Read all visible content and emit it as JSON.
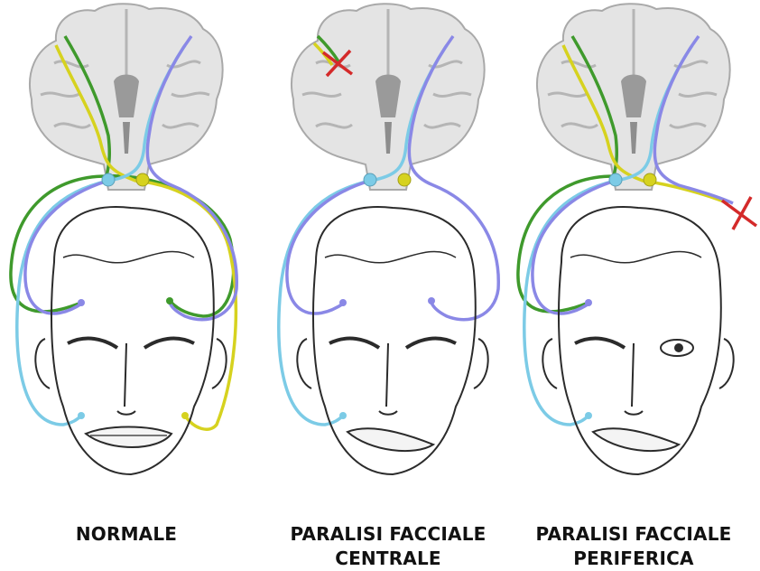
{
  "panels": [
    {
      "id": "normale",
      "caption_lines": [
        "NORMALE"
      ],
      "lesion": "none",
      "right_eye_open": false,
      "right_mouth_droop": false
    },
    {
      "id": "centrale",
      "caption_lines": [
        "PARALISI FACCIALE",
        "CENTRALE"
      ],
      "lesion": "cortex",
      "right_eye_open": false,
      "right_mouth_droop": true
    },
    {
      "id": "periferica",
      "caption_lines": [
        "PARALISI FACCIALE",
        "PERIFERICA"
      ],
      "lesion": "nerve",
      "right_eye_open": true,
      "right_mouth_droop": true
    }
  ],
  "colors": {
    "pathway_green": "#3f9a2c",
    "pathway_yellow": "#d6d21f",
    "pathway_cyan": "#7ccbe6",
    "pathway_violet": "#8a88e6",
    "lesion_mark": "#d42a2a",
    "brain_fill": "#e4e4e4",
    "sketch_ink": "#2b2b2b"
  }
}
